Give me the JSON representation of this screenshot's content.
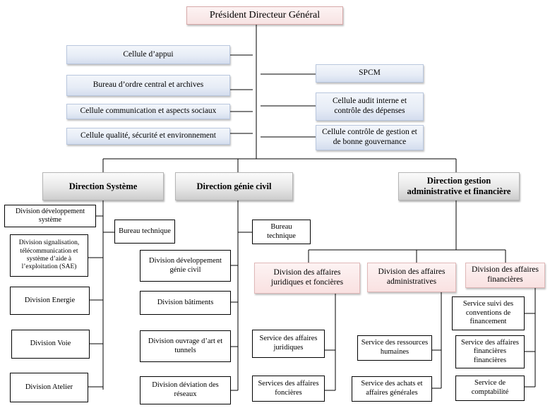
{
  "president": "Président Directeur Général",
  "cells_left": [
    "Cellule d’appui",
    "Bureau d’ordre central et archives",
    "Cellule communication et aspects sociaux",
    "Cellule qualité, sécurité et environnement"
  ],
  "cells_right": [
    "SPCM",
    "Cellule audit interne et contrôle des dépenses",
    "Cellule contrôle de gestion et de bonne gouvernance"
  ],
  "direction_systeme": {
    "title": "Direction Système",
    "bureau": "Bureau technique",
    "divisions": [
      "Division développement système",
      "Division signalisation, télécommunication et système d’aide à l’exploitation (SAE)",
      "Division Energie",
      "Division Voie",
      "Division Atelier"
    ]
  },
  "direction_genie_civil": {
    "title": "Direction génie civil",
    "bureau": "Bureau technique",
    "divisions": [
      "Division développement génie civil",
      "Division bâtiments",
      "Division ouvrage d’art et tunnels",
      "Division déviation des réseaux"
    ]
  },
  "direction_gaf": {
    "title": "Direction gestion administrative et financière",
    "divisions": [
      {
        "title": "Division des affaires juridiques et foncières",
        "services": [
          "Service des affaires juridiques",
          "Services des affaires foncières"
        ]
      },
      {
        "title": "Division des affaires administratives",
        "services": [
          "Service des ressources humaines",
          "Service des achats et affaires générales"
        ]
      },
      {
        "title": "Division des affaires financières",
        "services": [
          "Service suivi des conventions de financement",
          "Service des affaires financières financières",
          "Service de comptabilité"
        ]
      }
    ]
  }
}
